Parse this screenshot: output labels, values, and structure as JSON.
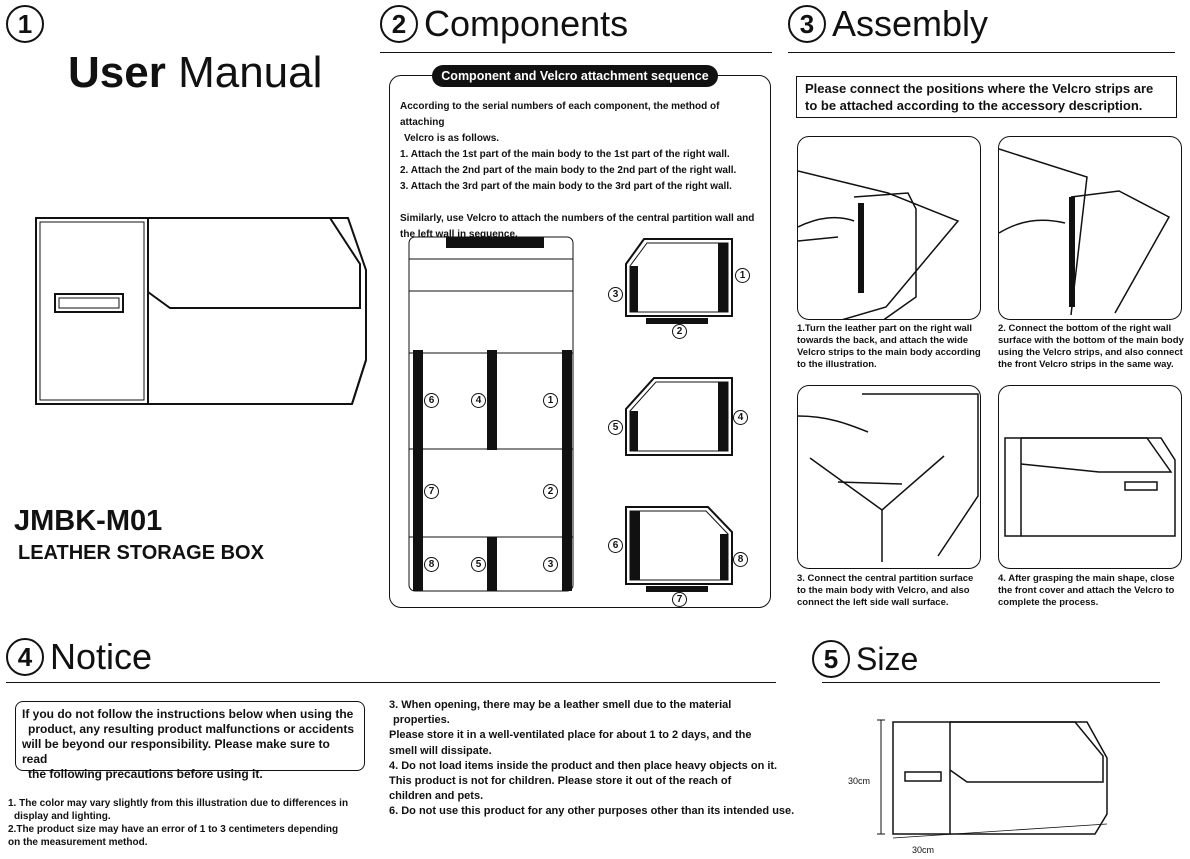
{
  "section1": {
    "number": "1",
    "title_bold": "User",
    "title_rest": " Manual"
  },
  "product": {
    "model": "JMBK-M01",
    "name": "LEATHER STORAGE BOX"
  },
  "section2": {
    "number": "2",
    "title": "Components",
    "pill_label": "Component and Velcro attachment sequence",
    "intro_line1": "According to the serial numbers of each component, the method of attaching",
    "intro_line2": "Velcro is as follows.",
    "step1": "1. Attach the 1st part of the main body to the 1st part of the right wall.",
    "step2": "2. Attach the 2nd part of the main body to the 2nd part of the right wall.",
    "step3": "3. Attach the 3rd part of the main body to the 3rd part of the right wall.",
    "similar_line1": "Similarly, use Velcro to attach the numbers of the central partition wall and",
    "similar_line2": "the left wall in sequence.",
    "labels": {
      "n1": "1",
      "n2": "2",
      "n3": "3",
      "n4": "4",
      "n5": "5",
      "n6": "6",
      "n7": "7",
      "n8": "8"
    }
  },
  "section3": {
    "number": "3",
    "title": "Assembly",
    "note_line1": "Please connect the positions where the Velcro strips are",
    "note_line2": "to be attached according to the accessory description.",
    "cap1_1": "1.Turn the leather part on the right wall",
    "cap1_2": "towards the back, and attach the wide",
    "cap1_3": "Velcro strips to the main body according",
    "cap1_4": "to the illustration.",
    "cap2_1": "2. Connect the bottom of the right wall",
    "cap2_2": "surface with the bottom of the main body",
    "cap2_3": "using the Velcro strips, and also connect",
    "cap2_4": "the front Velcro strips in the same way.",
    "cap3_1": "3. Connect the central partition surface",
    "cap3_2": "to the main body with Velcro, and also",
    "cap3_3": "connect the left side wall surface.",
    "cap4_1": "4. After grasping the main shape, close",
    "cap4_2": "the front cover and attach the Velcro to",
    "cap4_3": "complete the process."
  },
  "section4": {
    "number": "4",
    "title": "Notice",
    "box_line1": "If you do not follow the instructions below when using the",
    "box_line2": "product, any resulting product malfunctions or accidents",
    "box_line3": "will be beyond our responsibility. Please make sure to read",
    "box_line4": "the following precautions before using it.",
    "n1_1": "1. The color may vary slightly from this illustration due to differences in",
    "n1_2": "display and lighting.",
    "n2_1": "2.The product size may have an error of 1 to 3 centimeters depending",
    "n2_2": "on the measurement method.",
    "n3_1": "3. When opening, there may be a leather smell due to the material",
    "n3_2": "properties.",
    "n3_3": "Please store it in a well-ventilated place for about 1 to 2 days, and the",
    "n3_4": "smell will dissipate.",
    "n4_1": "4. Do not load items inside the product and then place heavy objects on it.",
    "n4_2": "This product is not for children. Please store it out of the reach of",
    "n4_3": "children and pets.",
    "n6": "6. Do not use this product for any other purposes other than its intended use."
  },
  "section5": {
    "number": "5",
    "title": "Size",
    "height_label": "30cm",
    "width_label": "30cm"
  }
}
